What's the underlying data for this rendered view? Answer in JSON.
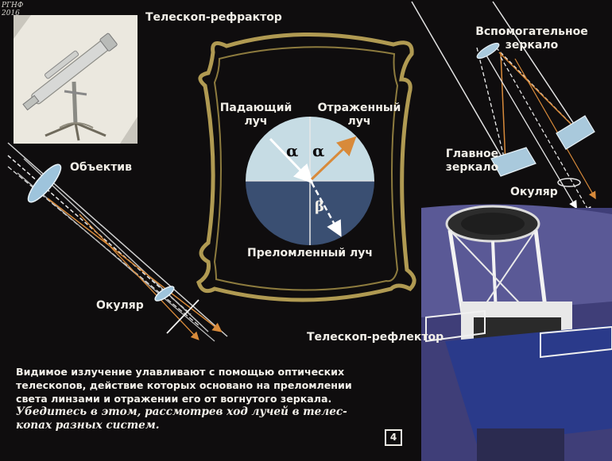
{
  "watermark": {
    "line1": "РГНФ",
    "line2": "2016"
  },
  "labels": {
    "refractor_title": "Телескоп-рефрактор",
    "objective": "Объектив",
    "eyepiece_left": "Окуляр",
    "incident_ray_1": "Падающий",
    "incident_ray_2": "луч",
    "reflected_ray_1": "Отраженный",
    "reflected_ray_2": "луч",
    "refracted_ray": "Преломленный луч",
    "alpha_left": "α",
    "alpha_right": "α",
    "beta": "β",
    "secondary_mirror_1": "Вспомогательное",
    "secondary_mirror_2": "зеркало",
    "main_mirror_1": "Главное",
    "main_mirror_2": "зеркало",
    "eyepiece_right": "Окуляр",
    "reflector_title": "Телескоп-рефлектор"
  },
  "caption": {
    "line1": "Видимое излучение улавливают с помощью оптических",
    "line2": "телескопов, действие которых основано на преломлении",
    "line3": "света линзами и отражении его от вогнутого зеркала.",
    "line4": "Убедитесь в этом, рассмотрев ход лучей в телес-",
    "line5": "копах разных систем."
  },
  "page_number": "4",
  "colors": {
    "background": "#0f0d0e",
    "frame_gold": "#b09a52",
    "circle_top": "#c6dce4",
    "circle_bottom": "#3a4f72",
    "ray_orange": "#d88a3a",
    "lens_blue": "#9ec4dc",
    "reflector_purple": "#3f3e78"
  }
}
